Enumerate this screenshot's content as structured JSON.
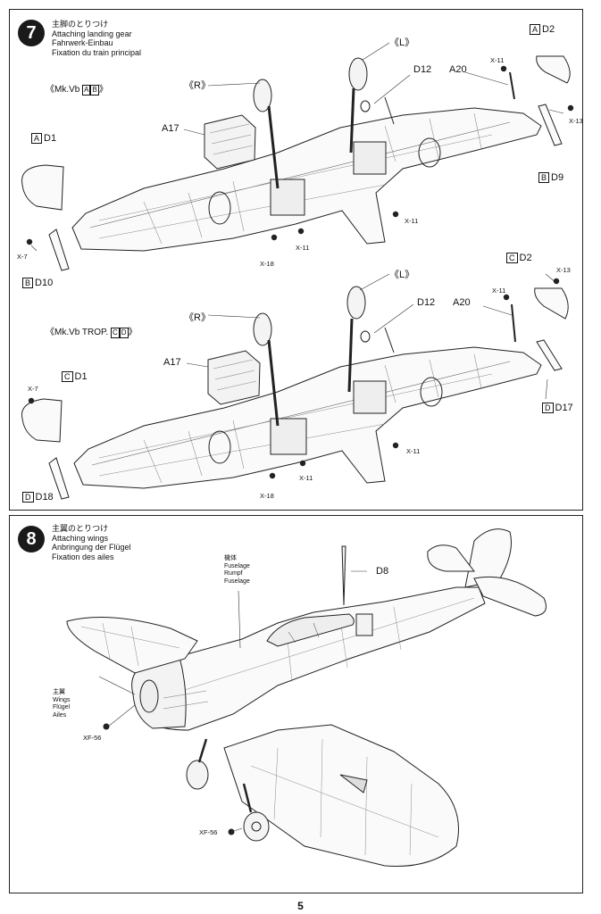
{
  "step7": {
    "number": "7",
    "title_jp": "主脚のとりつけ",
    "title_en": "Attaching landing gear",
    "title_de": "Fahrwerk-Einbau",
    "title_fr": "Fixation du train principal",
    "variant_a": {
      "prefix": "《Mk.Vb ",
      "tags": [
        "A",
        "B"
      ],
      "suffix": "》"
    },
    "variant_b": {
      "prefix": "《Mk.Vb TROP. ",
      "tags": [
        "C",
        "D"
      ],
      "suffix": "》"
    },
    "top": {
      "left_gear": "《L》",
      "right_gear": "《R》",
      "a17": "A17",
      "d12": "D12",
      "a20": "A20",
      "d1": {
        "tag": "A",
        "part": "D1"
      },
      "d2": {
        "tag": "A",
        "part": "D2"
      },
      "d9": {
        "tag": "B",
        "part": "D9"
      },
      "d10": {
        "tag": "B",
        "part": "D10"
      },
      "x7": "X-7",
      "x11a": "X-11",
      "x11b": "X-11",
      "x11c": "X-11",
      "x13": "X-13",
      "x18": "X-18"
    },
    "bottom": {
      "left_gear": "《L》",
      "right_gear": "《R》",
      "a17": "A17",
      "d12": "D12",
      "a20": "A20",
      "d1": {
        "tag": "C",
        "part": "D1"
      },
      "d2": {
        "tag": "C",
        "part": "D2"
      },
      "d17": {
        "tag": "D",
        "part": "D17"
      },
      "d18": {
        "tag": "D",
        "part": "D18"
      },
      "x7": "X-7",
      "x11a": "X-11",
      "x11b": "X-11",
      "x11c": "X-11",
      "x13": "X-13",
      "x18": "X-18"
    }
  },
  "step8": {
    "number": "8",
    "title_jp": "主翼のとりつけ",
    "title_en": "Attaching wings",
    "title_de": "Anbringung der Flügel",
    "title_fr": "Fixation des ailes",
    "fuselage": {
      "jp": "機体",
      "en": "Fuselage",
      "de": "Rumpf",
      "fr": "Fuselage"
    },
    "wings": {
      "jp": "主翼",
      "en": "Wings",
      "de": "Flügel",
      "fr": "Ailes"
    },
    "d8": "D8",
    "xf56a": "XF-56",
    "xf56b": "XF-56"
  },
  "page_number": "5"
}
